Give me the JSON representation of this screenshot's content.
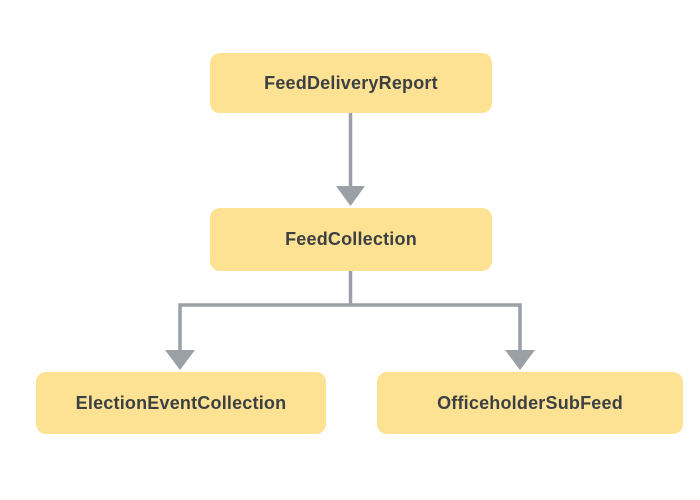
{
  "diagram": {
    "type": "hierarchy-flowchart",
    "nodes": [
      {
        "id": "feed-delivery-report",
        "label": "FeedDeliveryReport"
      },
      {
        "id": "feed-collection",
        "label": "FeedCollection"
      },
      {
        "id": "election-event-collection",
        "label": "ElectionEventCollection"
      },
      {
        "id": "officeholder-sub-feed",
        "label": "OfficeholderSubFeed"
      }
    ],
    "edges": [
      {
        "from": "FeedDeliveryReport",
        "to": "FeedCollection",
        "style": "arrow-down"
      },
      {
        "from": "FeedCollection",
        "to": "ElectionEventCollection",
        "style": "arrow-down"
      },
      {
        "from": "FeedCollection",
        "to": "OfficeholderSubFeed",
        "style": "arrow-down"
      }
    ],
    "colors": {
      "node_fill": "#FDE293",
      "node_text": "#3C4043",
      "connector": "#9AA0A6",
      "background": "#FFFFFF"
    }
  }
}
